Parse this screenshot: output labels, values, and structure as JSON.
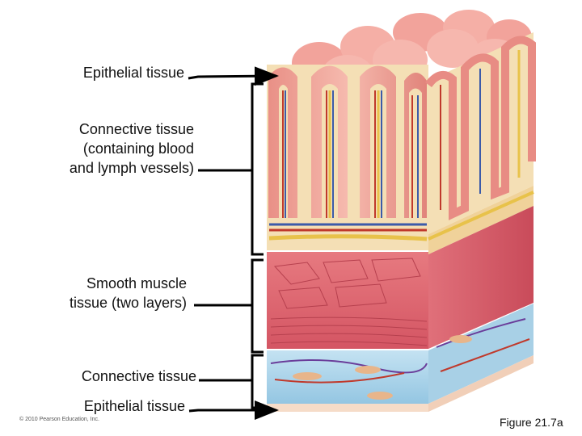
{
  "labels": {
    "epithelial_top": "Epithelial tissue",
    "connective_top_line1": "Connective tissue",
    "connective_top_line2": "(containing blood",
    "connective_top_line3": "and lymph vessels)",
    "smooth_muscle_line1": "Smooth muscle",
    "smooth_muscle_line2": "tissue (two layers)",
    "connective_bottom": "Connective tissue",
    "epithelial_bottom": "Epithelial tissue"
  },
  "credit": "© 2010 Pearson Education, Inc.",
  "figure_number": "Figure 21.7a",
  "colors": {
    "villus_pink": "#f2a7a0",
    "mucosa_cream": "#f4dfb5",
    "muscle_red": "#d9606a",
    "fat_yellow": "#e8c24a",
    "blood_red": "#c0392b",
    "vein_blue": "#3b5ba9",
    "submucosa_blue": "#a9d3ea",
    "leader_black": "#000000"
  }
}
